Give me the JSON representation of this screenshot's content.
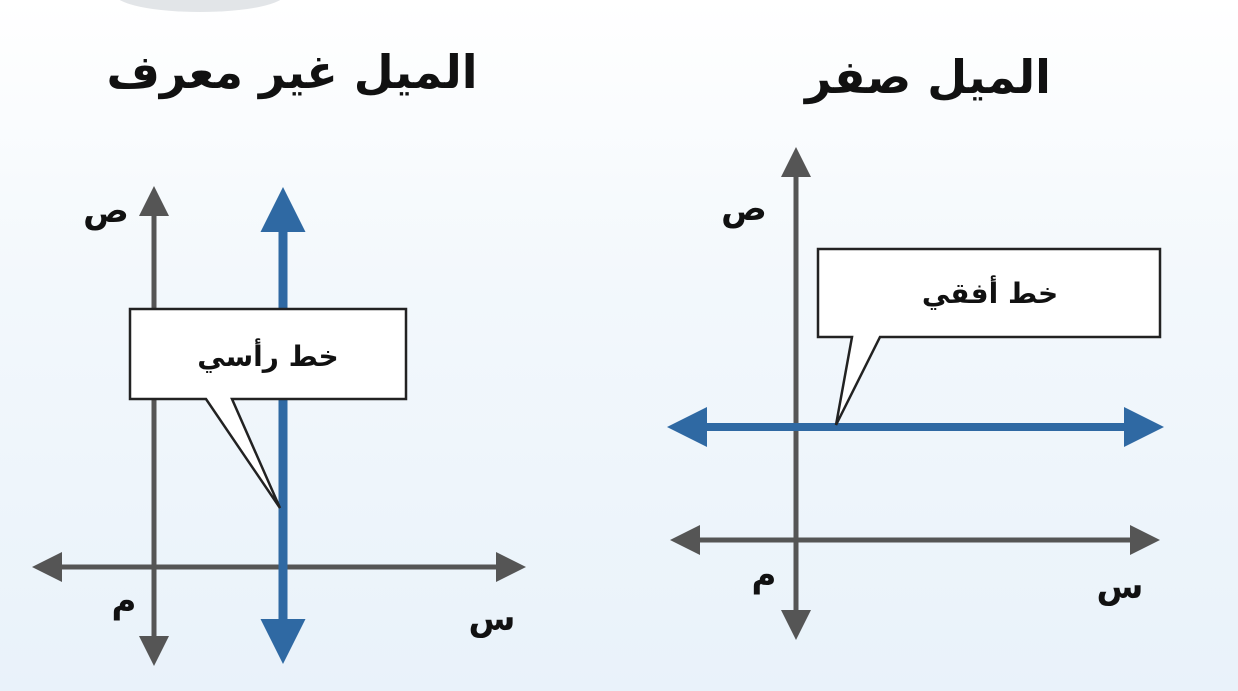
{
  "panel_left": {
    "title": "الميل غير معرف",
    "y_axis_label": "ص",
    "x_axis_label": "س",
    "origin_label": "م",
    "callout": "خط رأسي"
  },
  "panel_right": {
    "title": "الميل صفر",
    "y_axis_label": "ص",
    "x_axis_label": "س",
    "origin_label": "م",
    "callout": "خط أفقي"
  },
  "colors": {
    "axis": "#555555",
    "line": "#2f69a3",
    "callout_border": "#222222",
    "callout_fill": "#ffffff"
  }
}
